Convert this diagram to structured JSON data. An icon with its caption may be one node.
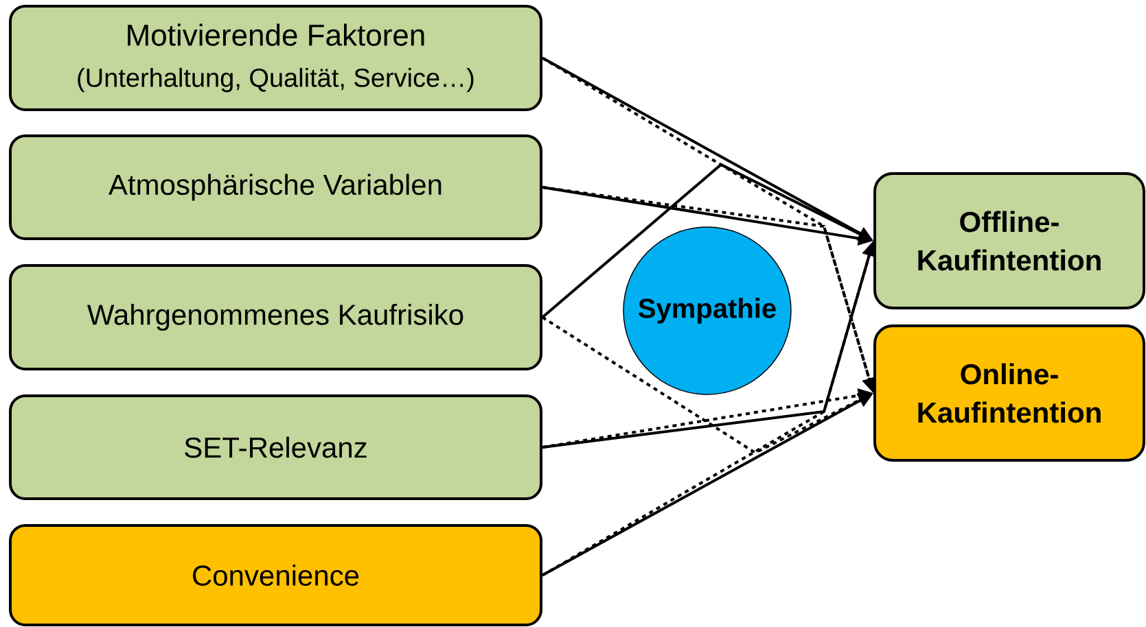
{
  "diagram": {
    "nodes": [
      {
        "text": [
          "Motivierende Faktoren",
          "(Unterhaltung, Qualität, Service…)"
        ]
      },
      {
        "text": [
          "Atmosphärische Variablen"
        ]
      },
      {
        "text": [
          "Wahrgenommenes Kaufrisiko"
        ]
      },
      {
        "text": [
          "SET-Relevanz"
        ]
      },
      {
        "text": [
          "Convenience"
        ]
      },
      {
        "text": [
          "Sympathie"
        ]
      },
      {
        "text": [
          "Offline- Kaufintention"
        ]
      },
      {
        "text": [
          "Online- Kaufintention"
        ]
      }
    ],
    "edges": [
      {
        "from": 0,
        "to": 6,
        "arrow": "to"
      },
      {
        "from": 0,
        "to": 7,
        "arrow": "to",
        "style": "dashed"
      },
      {
        "from": 1,
        "to": 6,
        "arrow": "to"
      },
      {
        "from": 1,
        "to": 7,
        "arrow": "to",
        "style": "dashed"
      },
      {
        "from": 2,
        "to": 6,
        "arrow": "to"
      },
      {
        "from": 2,
        "to": 7,
        "arrow": "to",
        "style": "dashed"
      },
      {
        "from": 3,
        "to": 6,
        "arrow": "to"
      },
      {
        "from": 3,
        "to": 7,
        "arrow": "to",
        "style": "dashed"
      },
      {
        "from": 4,
        "to": 7,
        "arrow": "to"
      },
      {
        "from": 4,
        "to": 6,
        "arrow": "to",
        "style": "dashed"
      }
    ]
  }
}
